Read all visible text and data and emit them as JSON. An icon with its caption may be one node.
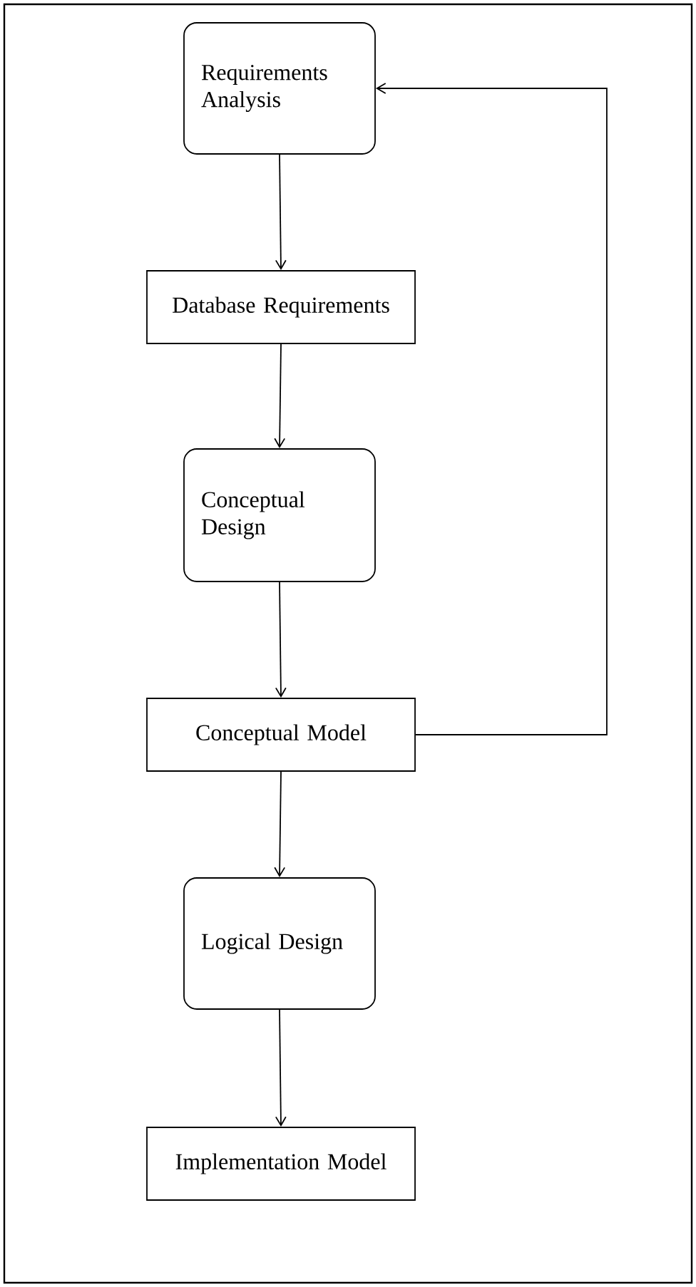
{
  "diagram": {
    "nodes": [
      {
        "text": [
          "Requirements Analysis"
        ]
      },
      {
        "text": [
          "Database Requirements"
        ]
      },
      {
        "text": [
          "Conceptual Design"
        ]
      },
      {
        "text": [
          "Conceptual Model"
        ]
      },
      {
        "text": [
          "Logical Design"
        ]
      },
      {
        "text": [
          "Implementation Model"
        ]
      }
    ],
    "edges": [
      {
        "from": 0,
        "to": 1,
        "arrow": "to"
      },
      {
        "from": 1,
        "to": 2,
        "arrow": "to"
      },
      {
        "from": 2,
        "to": 3,
        "arrow": "to"
      },
      {
        "from": 3,
        "to": 4,
        "arrow": "to"
      },
      {
        "from": 4,
        "to": 5,
        "arrow": "to"
      },
      {
        "from": 3,
        "to": 0,
        "arrow": "to"
      }
    ]
  }
}
